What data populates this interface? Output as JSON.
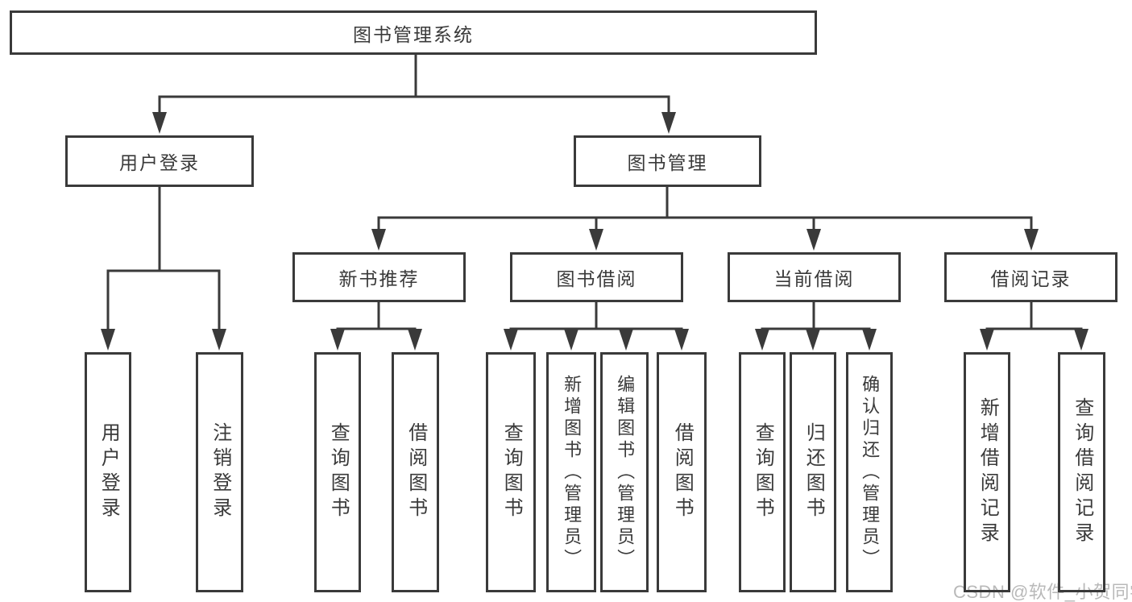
{
  "diagram": {
    "root": {
      "label": "图书管理系统"
    },
    "branches": [
      {
        "label": "用户登录",
        "children": [
          {
            "label": "用户登录"
          },
          {
            "label": "注销登录"
          }
        ]
      },
      {
        "label": "图书管理",
        "children": [
          {
            "label": "新书推荐",
            "children": [
              {
                "label": "查询图书"
              },
              {
                "label": "借阅图书"
              }
            ]
          },
          {
            "label": "图书借阅",
            "children": [
              {
                "label": "查询图书"
              },
              {
                "label": "新增图书（管理员）"
              },
              {
                "label": "编辑图书（管理员）"
              },
              {
                "label": "借阅图书"
              }
            ]
          },
          {
            "label": "当前借阅",
            "children": [
              {
                "label": "查询图书"
              },
              {
                "label": "归还图书"
              },
              {
                "label": "确认归还（管理员）"
              }
            ]
          },
          {
            "label": "借阅记录",
            "children": [
              {
                "label": "新增借阅记录"
              },
              {
                "label": "查询借阅记录"
              }
            ]
          }
        ]
      }
    ]
  },
  "watermark": {
    "text": "CSDN @软件_小贺同学"
  },
  "colors": {
    "line": "#3a3a3a",
    "text": "#3a3a3a",
    "watermark": "#b9b9b9",
    "background": "#ffffff"
  }
}
